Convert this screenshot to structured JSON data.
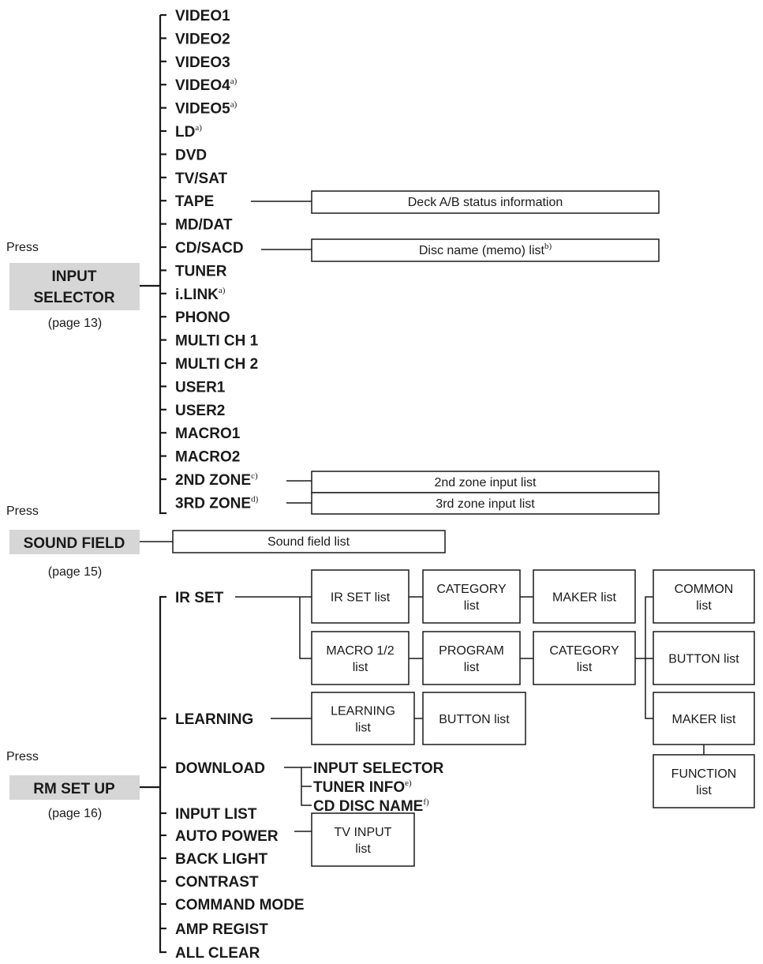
{
  "sections": {
    "input_selector": {
      "press": "Press",
      "key": [
        "INPUT",
        "SELECTOR"
      ],
      "page": "(page 13)",
      "items": [
        {
          "label": "VIDEO1",
          "sup": ""
        },
        {
          "label": "VIDEO2",
          "sup": ""
        },
        {
          "label": "VIDEO3",
          "sup": ""
        },
        {
          "label": "VIDEO4",
          "sup": "a)"
        },
        {
          "label": "VIDEO5",
          "sup": "a)"
        },
        {
          "label": "LD",
          "sup": "a)"
        },
        {
          "label": "DVD",
          "sup": ""
        },
        {
          "label": "TV/SAT",
          "sup": ""
        },
        {
          "label": "TAPE",
          "sup": ""
        },
        {
          "label": "MD/DAT",
          "sup": ""
        },
        {
          "label": "CD/SACD",
          "sup": ""
        },
        {
          "label": "TUNER",
          "sup": ""
        },
        {
          "label": "i.LINK",
          "sup": "a)"
        },
        {
          "label": "PHONO",
          "sup": ""
        },
        {
          "label": "MULTI CH 1",
          "sup": ""
        },
        {
          "label": "MULTI CH 2",
          "sup": ""
        },
        {
          "label": "USER1",
          "sup": ""
        },
        {
          "label": "USER2",
          "sup": ""
        },
        {
          "label": "MACRO1",
          "sup": ""
        },
        {
          "label": "MACRO2",
          "sup": ""
        },
        {
          "label": "2ND ZONE",
          "sup": "c)"
        },
        {
          "label": "3RD ZONE",
          "sup": "d)"
        }
      ],
      "boxes": {
        "tape": "Deck A/B status information",
        "cd": "Disc name (memo) list",
        "cd_sup": "b)",
        "zone2": "2nd zone input list",
        "zone3": "3rd zone input list"
      }
    },
    "sound_field": {
      "press": "Press",
      "key": "SOUND FIELD",
      "page": "(page 15)",
      "box": "Sound field list"
    },
    "rm_set_up": {
      "press": "Press",
      "key": "RM SET UP",
      "page": "(page 16)",
      "items": [
        "IR SET",
        "LEARNING",
        "DOWNLOAD",
        "INPUT LIST",
        "AUTO POWER",
        "BACK LIGHT",
        "CONTRAST",
        "COMMAND MODE",
        "AMP REGIST",
        "ALL CLEAR"
      ],
      "download_items": [
        {
          "label": "INPUT SELECTOR",
          "sup": ""
        },
        {
          "label": "TUNER INFO",
          "sup": "e)"
        },
        {
          "label": "CD DISC NAME",
          "sup": "f)"
        }
      ],
      "boxes": {
        "ir_set_list": [
          "IR SET list"
        ],
        "category_1": [
          "CATEGORY",
          "list"
        ],
        "maker_1": [
          "MAKER list"
        ],
        "macro_list": [
          "MACRO 1/2",
          "list"
        ],
        "program_list": [
          "PROGRAM",
          "list"
        ],
        "category_2": [
          "CATEGORY",
          "list"
        ],
        "common_list": [
          "COMMON",
          "list"
        ],
        "button_list_1": [
          "BUTTON list"
        ],
        "maker_2": [
          "MAKER list"
        ],
        "function_list": [
          "FUNCTION",
          "list"
        ],
        "learning_list": [
          "LEARNING",
          "list"
        ],
        "button_list_2": [
          "BUTTON list"
        ],
        "tv_input_list": [
          "TV INPUT",
          "list"
        ]
      }
    }
  }
}
